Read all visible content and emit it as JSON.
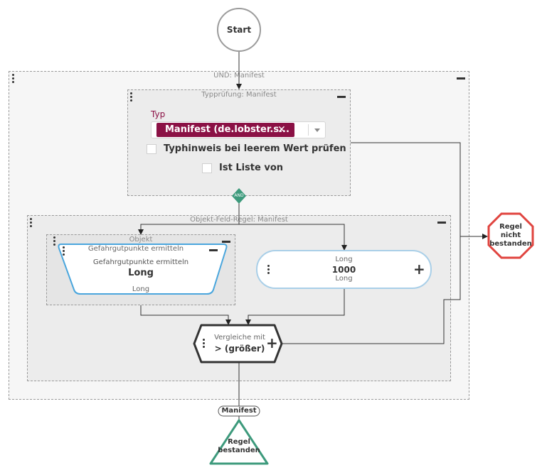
{
  "start": {
    "label": "Start"
  },
  "und_group": {
    "title": "UND: Manifest"
  },
  "typpruefung": {
    "title": "Typprüfung: Manifest",
    "typ_label": "Typ",
    "selected_tag": "Manifest (de.lobster.s...",
    "checkbox_leer": "Typhinweis bei leerem Wert prüfen",
    "checkbox_liste": "Ist Liste von"
  },
  "and_badge": "AND",
  "objekt_feld_group": {
    "title": "Objekt-Feld-Regel: Manifest"
  },
  "objekt_group": {
    "title": "Objekt"
  },
  "gefahrgut_node": {
    "header": "Gefahrgutpunkte ermitteln",
    "subtitle": "Gefahrgutpunkte ermitteln",
    "type": "Long",
    "footer": "Long"
  },
  "long_node": {
    "top": "Long",
    "value": "1000",
    "bottom": "Long"
  },
  "vergleiche_node": {
    "title": "Vergleiche mit",
    "operator": "> (größer)"
  },
  "regel_nicht_bestanden": {
    "line1": "Regel",
    "line2": "nicht",
    "line3": "bestanden"
  },
  "manifest_badge": "Manifest",
  "regel_bestanden": {
    "line1": "Regel",
    "line2": "bestanden"
  },
  "colors": {
    "tag": "#8b1145",
    "fail": "#e0443f",
    "pass": "#3d9a7c",
    "and": "#3d9a7c",
    "blue_border": "#4aa6dd",
    "long_border": "#a9cfe8"
  }
}
